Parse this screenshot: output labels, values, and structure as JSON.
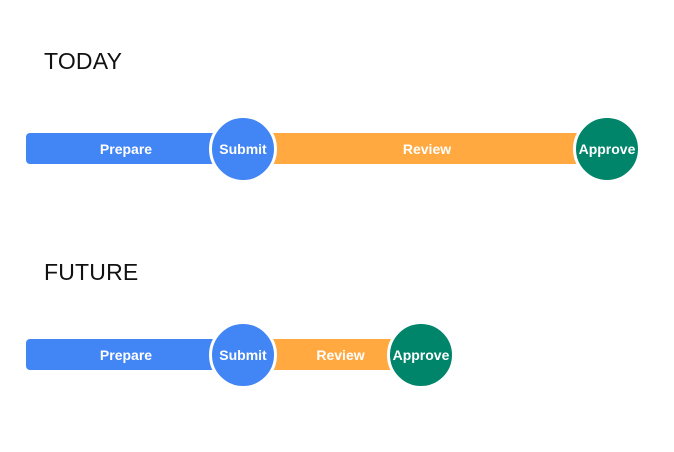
{
  "colors": {
    "prepare": "#4285f4",
    "submit": "#4285f4",
    "review": "#ffa940",
    "approve": "#00846a"
  },
  "today": {
    "title": "TODAY",
    "steps": {
      "prepare": "Prepare",
      "submit": "Submit",
      "review": "Review",
      "approve": "Approve"
    }
  },
  "future": {
    "title": "FUTURE",
    "steps": {
      "prepare": "Prepare",
      "submit": "Submit",
      "review": "Review",
      "approve": "Approve"
    }
  }
}
